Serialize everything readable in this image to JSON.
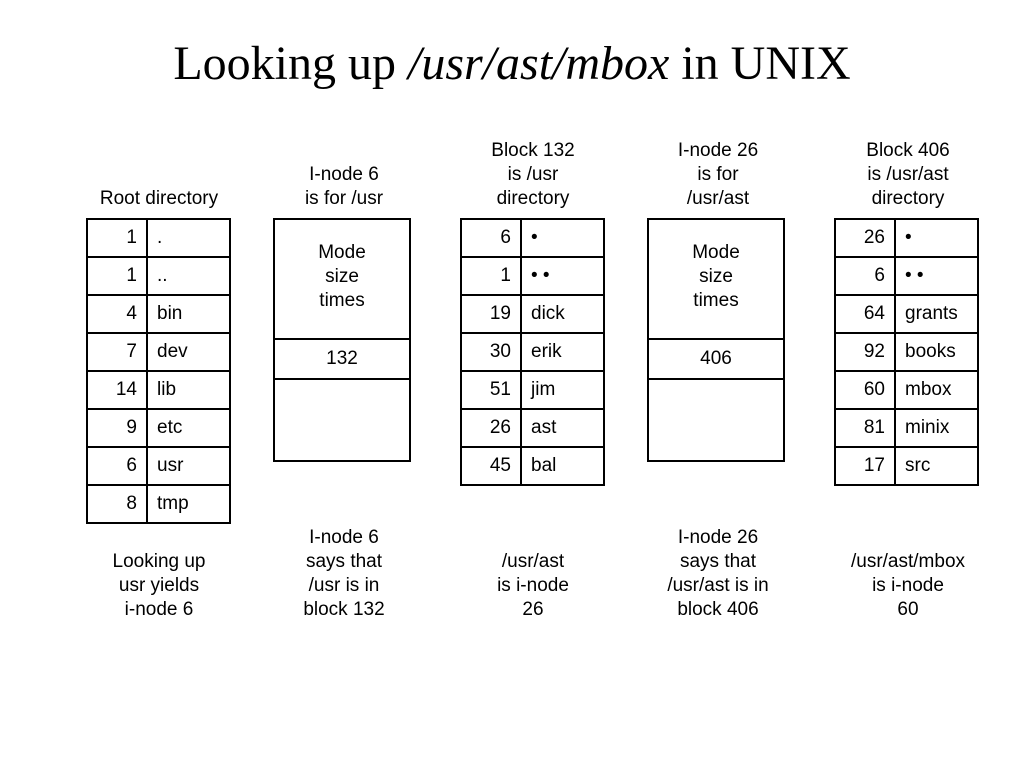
{
  "title": {
    "prefix": "Looking up ",
    "path": "/usr/ast/mbox",
    "suffix": " in UNIX"
  },
  "root": {
    "header": "Root directory",
    "entries": [
      {
        "inode": "1",
        "name": "."
      },
      {
        "inode": "1",
        "name": ".."
      },
      {
        "inode": "4",
        "name": "bin"
      },
      {
        "inode": "7",
        "name": "dev"
      },
      {
        "inode": "14",
        "name": "lib"
      },
      {
        "inode": "9",
        "name": "etc"
      },
      {
        "inode": "6",
        "name": "usr"
      },
      {
        "inode": "8",
        "name": "tmp"
      }
    ],
    "footer": "Looking up\nusr yields\ni-node 6"
  },
  "inode6": {
    "header": "I-node 6\nis for /usr",
    "attributes": "Mode\nsize\ntimes",
    "block": "132",
    "footer": "I-node 6\nsays that\n/usr is in\nblock 132"
  },
  "block132": {
    "header": "Block 132\nis /usr\ndirectory",
    "entries": [
      {
        "inode": "6",
        "name": "•"
      },
      {
        "inode": "1",
        "name": "• •"
      },
      {
        "inode": "19",
        "name": "dick"
      },
      {
        "inode": "30",
        "name": "erik"
      },
      {
        "inode": "51",
        "name": "jim"
      },
      {
        "inode": "26",
        "name": "ast"
      },
      {
        "inode": "45",
        "name": "bal"
      }
    ],
    "footer": "/usr/ast\nis i-node\n26"
  },
  "inode26": {
    "header": "I-node 26\nis for\n/usr/ast",
    "attributes": "Mode\nsize\ntimes",
    "block": "406",
    "footer": "I-node 26\nsays that\n/usr/ast is in\nblock 406"
  },
  "block406": {
    "header": "Block 406\nis /usr/ast\ndirectory",
    "entries": [
      {
        "inode": "26",
        "name": "•"
      },
      {
        "inode": "6",
        "name": "• •"
      },
      {
        "inode": "64",
        "name": "grants"
      },
      {
        "inode": "92",
        "name": "books"
      },
      {
        "inode": "60",
        "name": "mbox"
      },
      {
        "inode": "81",
        "name": "minix"
      },
      {
        "inode": "17",
        "name": "src"
      }
    ],
    "footer": "/usr/ast/mbox\nis i-node\n60"
  }
}
